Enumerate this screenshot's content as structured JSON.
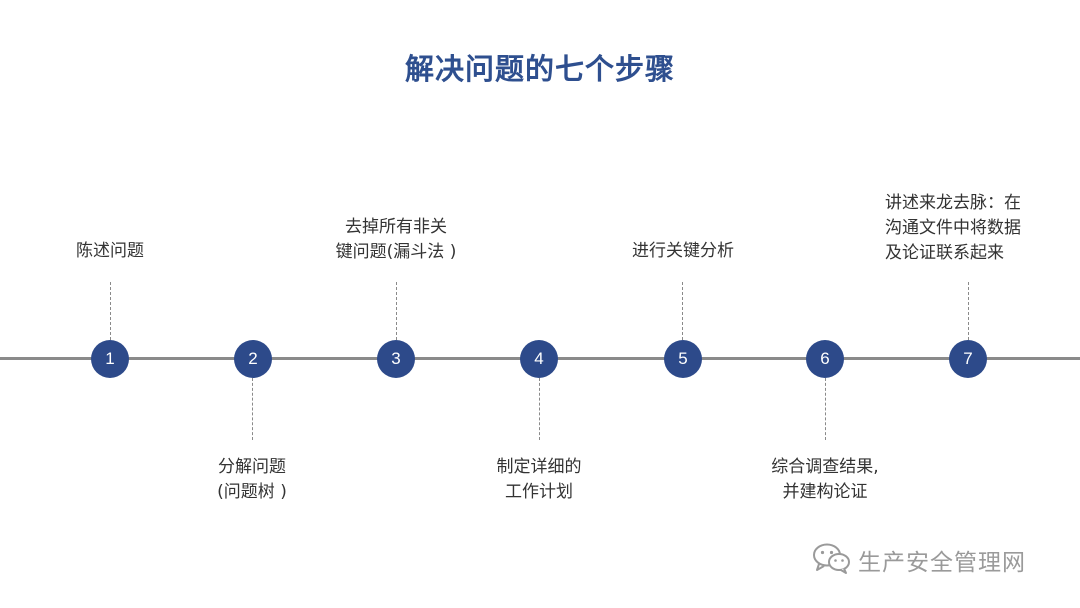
{
  "title": "解决问题的七个步骤",
  "colors": {
    "title": "#2e4f8f",
    "node": "#2d4a8a",
    "line": "#8a8a8a",
    "text": "#333333"
  },
  "steps": [
    {
      "number": "1",
      "label": "陈述问题",
      "position": "above"
    },
    {
      "number": "2",
      "label": "分解问题\n(问题树 )",
      "position": "below"
    },
    {
      "number": "3",
      "label": "去掉所有非关\n键问题(漏斗法 )",
      "position": "above"
    },
    {
      "number": "4",
      "label": "制定详细的\n工作计划",
      "position": "below"
    },
    {
      "number": "5",
      "label": "进行关键分析",
      "position": "above"
    },
    {
      "number": "6",
      "label": "综合调查结果,\n并建构论证",
      "position": "below"
    },
    {
      "number": "7",
      "label": "讲述来龙去脉：在\n沟通文件中将数据\n及论证联系起来",
      "position": "above"
    }
  ],
  "watermark": {
    "icon": "wechat-icon",
    "text": "生产安全管理网"
  }
}
